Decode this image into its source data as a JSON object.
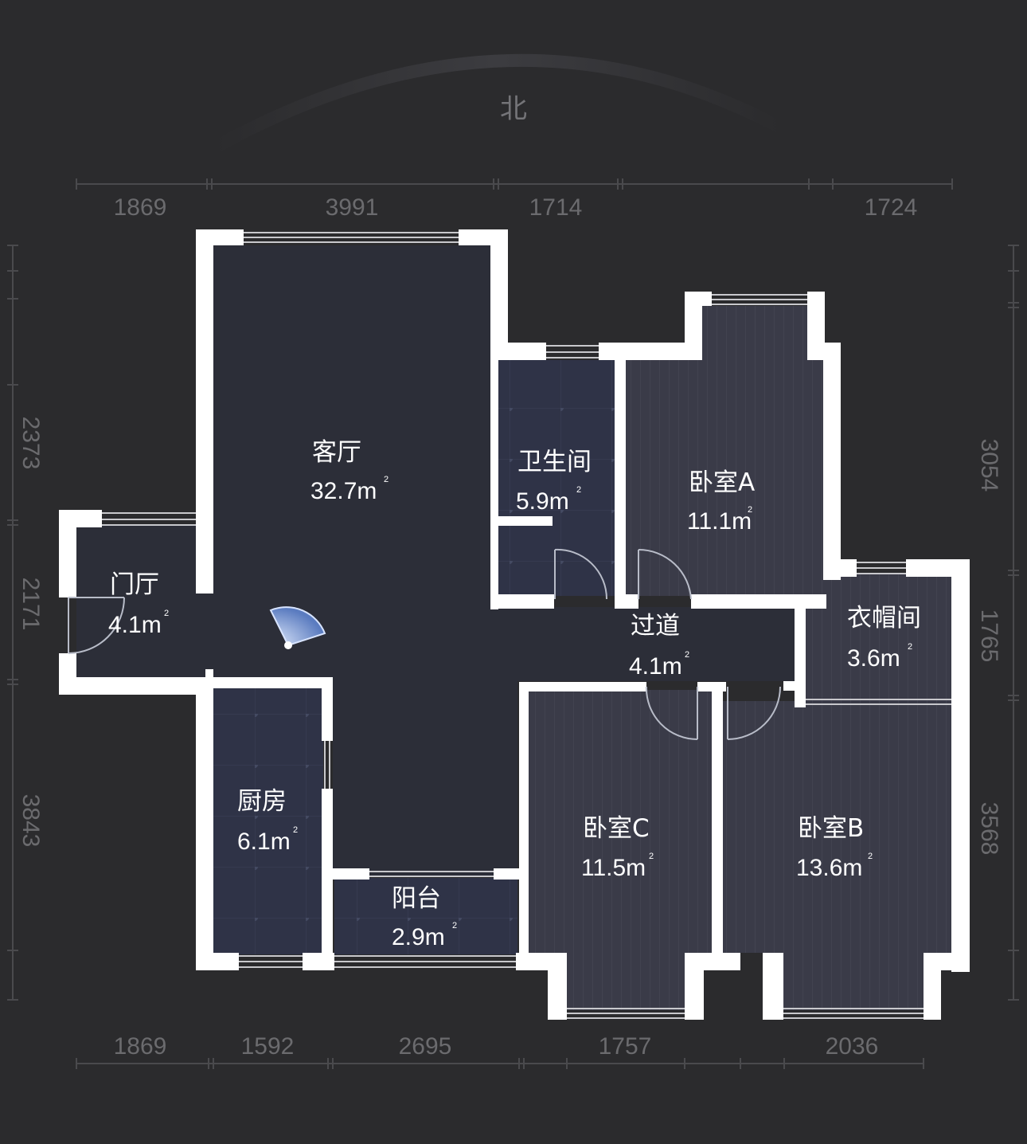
{
  "compass": {
    "label": "北"
  },
  "colors": {
    "background": "#2b2b2d",
    "wall": "#ffffff",
    "floor_dark": "#2c2e38",
    "floor_tile": "#2f3347",
    "floor_wood": "#3a3b48",
    "dimension_text": "#6b6b6e",
    "viewpoint": "#7a9bd6"
  },
  "dimensions": {
    "top": [
      "1869",
      "3991",
      "1714",
      "1724"
    ],
    "bottom": [
      "1869",
      "1592",
      "2695",
      "1757",
      "2036"
    ],
    "left": [
      "2373",
      "2171",
      "3843"
    ],
    "right": [
      "3054",
      "1765",
      "3568"
    ]
  },
  "rooms": [
    {
      "id": "living-room",
      "name": "客厅",
      "area": "32.7m",
      "unit_sup": "2"
    },
    {
      "id": "bathroom",
      "name": "卫生间",
      "area": "5.9m",
      "unit_sup": "2"
    },
    {
      "id": "bedroom-a",
      "name": "卧室A",
      "area": "11.1m",
      "unit_sup": "2"
    },
    {
      "id": "foyer",
      "name": "门厅",
      "area": "4.1m",
      "unit_sup": "2"
    },
    {
      "id": "hallway",
      "name": "过道",
      "area": "4.1m",
      "unit_sup": "2"
    },
    {
      "id": "cloakroom",
      "name": "衣帽间",
      "area": "3.6m",
      "unit_sup": "2"
    },
    {
      "id": "kitchen",
      "name": "厨房",
      "area": "6.1m",
      "unit_sup": "2"
    },
    {
      "id": "balcony",
      "name": "阳台",
      "area": "2.9m",
      "unit_sup": "2"
    },
    {
      "id": "bedroom-c",
      "name": "卧室C",
      "area": "11.5m",
      "unit_sup": "2"
    },
    {
      "id": "bedroom-b",
      "name": "卧室B",
      "area": "13.6m",
      "unit_sup": "2"
    }
  ]
}
